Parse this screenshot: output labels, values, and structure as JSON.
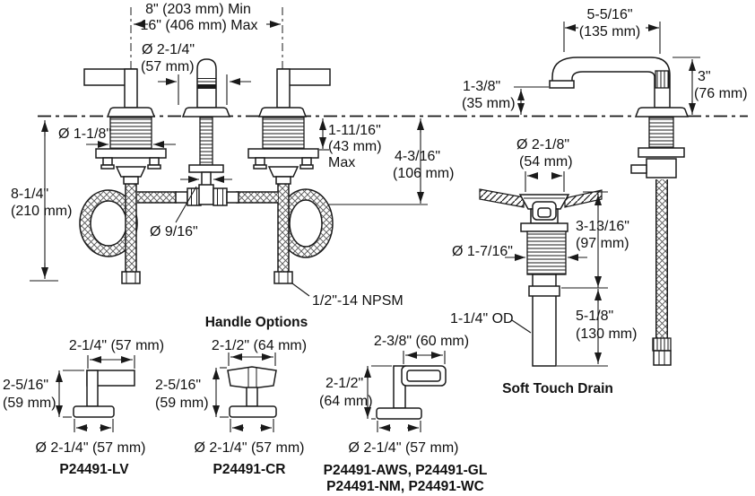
{
  "diagram": {
    "main_view": {
      "spread_min": "8\" (203 mm) Min",
      "spread_max": "16\" (406 mm) Max",
      "spout_dia_line1": "Ø 2-1/4\"",
      "spout_dia_line2": "(57 mm)",
      "handle_shank_dia": "Ø 1-1/8\"",
      "riser_length_line1": "8-1/4\"",
      "riser_length_line2": "(210 mm)",
      "deck_thickness_line1": "1-11/16\"",
      "deck_thickness_line2": "(43 mm)",
      "deck_thickness_line3": "Max",
      "tee_depth_line1": "4-3/16\"",
      "tee_depth_line2": "(106 mm)",
      "tee_dia": "Ø 9/16\"",
      "supply_thread": "1/2\"-14 NPSM"
    },
    "spout_view": {
      "reach_line1": "5-5/16\"",
      "reach_line2": "(135 mm)",
      "height_line1": "3\"",
      "height_line2": "(76 mm)",
      "clearance_line1": "1-3/8\"",
      "clearance_line2": "(35 mm)"
    },
    "drain_view": {
      "flange_dia_line1": "Ø 2-1/8\"",
      "flange_dia_line2": "(54 mm)",
      "body_length_line1": "3-13/16\"",
      "body_length_line2": "(97 mm)",
      "shank_dia": "Ø 1-7/16\"",
      "tailpiece_od": "1-1/4\" OD",
      "tailpiece_length_line1": "5-1/8\"",
      "tailpiece_length_line2": "(130 mm)",
      "caption": "Soft Touch Drain"
    },
    "handle_options": {
      "title": "Handle Options",
      "options": [
        {
          "width": "2-1/4\" (57 mm)",
          "height_line1": "2-5/16\"",
          "height_line2": "(59 mm)",
          "base_dia": "Ø 2-1/4\" (57 mm)",
          "models_line1": "P24491-LV"
        },
        {
          "width": "2-1/2\" (64 mm)",
          "height_line1": "2-5/16\"",
          "height_line2": "(59 mm)",
          "base_dia": "Ø 2-1/4\" (57 mm)",
          "models_line1": "P24491-CR"
        },
        {
          "width": "2-3/8\" (60 mm)",
          "height_line1": "2-1/2\"",
          "height_line2": "(64 mm)",
          "base_dia": "Ø 2-1/4\" (57 mm)",
          "models_line1": "P24491-AWS, P24491-GL",
          "models_line2": "P24491-NM, P24491-WC"
        }
      ]
    }
  },
  "colors": {
    "line": "#1a1a1a",
    "background": "#ffffff"
  }
}
